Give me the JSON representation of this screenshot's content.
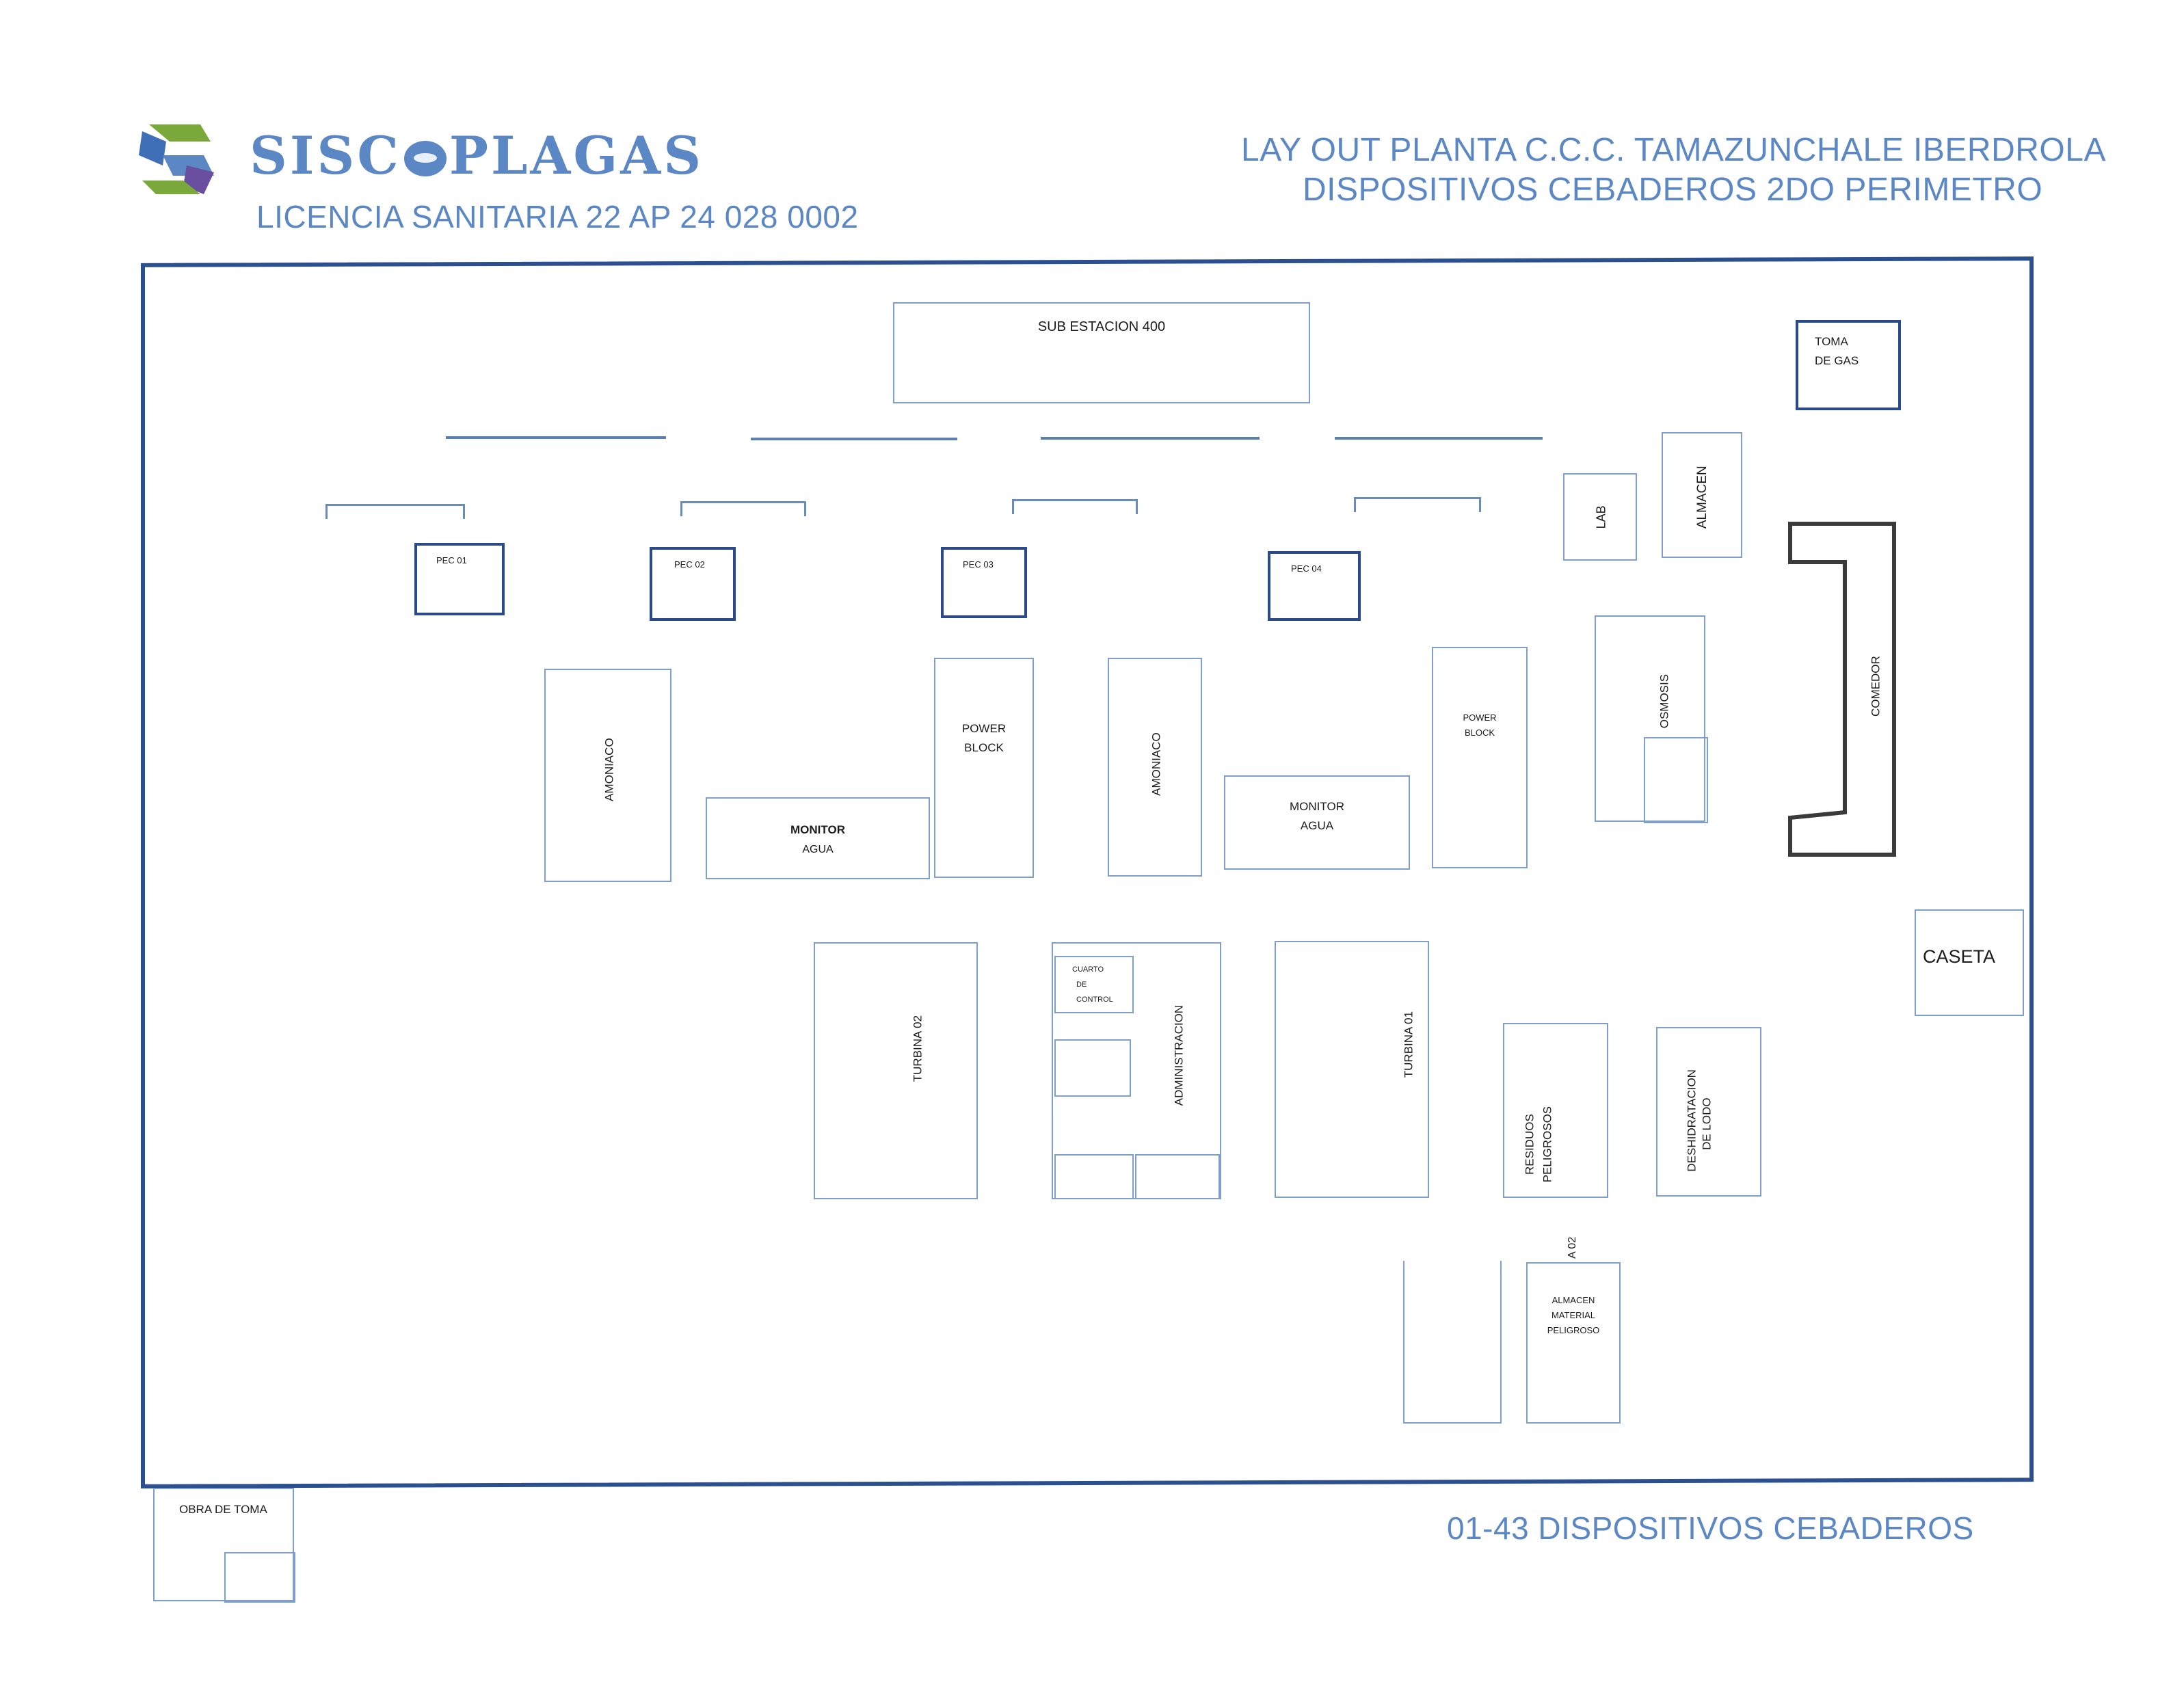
{
  "brand": {
    "name": "SISCOPLAGAS",
    "name_left": "SISC",
    "name_right": "PLAGAS",
    "license": "LICENCIA SANITARIA 22 AP 24 028 0002",
    "colors": {
      "brand_blue": "#5b87c4",
      "logo_green": "#7aa83a",
      "logo_blue": "#3f6fb6",
      "logo_purple": "#6a4fa0"
    }
  },
  "title": {
    "line1": "LAY OUT PLANTA C.C.C. TAMAZUNCHALE IBERDROLA",
    "line2": "DISPOSITIVOS CEBADEROS 2DO PERIMETRO"
  },
  "legend": {
    "devices": "01-43 DISPOSITIVOS CEBADEROS"
  },
  "areas": {
    "subestacion": "SUB ESTACION 400",
    "toma_gas_1": "TOMA",
    "toma_gas_2": "DE GAS",
    "lab": "LAB",
    "almacen": "ALMACEN",
    "pec01": "PEC 01",
    "pec02": "PEC 02",
    "pec03": "PEC 03",
    "pec04": "PEC 04",
    "amoniaco_1": "AMONIACO",
    "amoniaco_2": "AMONIACO",
    "monitor_agua_1a": "MONITOR",
    "monitor_agua_1b": "AGUA",
    "power_block_1a": "POWER",
    "power_block_1b": "BLOCK",
    "monitor_agua_2a": "MONITOR",
    "monitor_agua_2b": "AGUA",
    "power_block_2a": "POWER",
    "power_block_2b": "BLOCK",
    "osmosis": "OSMOSIS",
    "comedor": "COMEDOR",
    "caseta": "CASETA",
    "turbina_02": "TURBINA 02",
    "cuarto_control_1": "CUARTO",
    "cuarto_control_2": "DE",
    "cuarto_control_3": "CONTROL",
    "administracion": "ADMINISTRACION",
    "turbina_01": "TURBINA 01",
    "residuos_1": "RESIDUOS",
    "residuos_2": "PELIGROSOS",
    "deshidratacion_1": "DESHIDRATACION",
    "deshidratacion_2": "DE LODO",
    "partial_label": "A 02",
    "almacen_mat_1": "ALMACEN",
    "almacen_mat_2": "MATERIAL",
    "almacen_mat_3": "PELIGROSO",
    "obra_toma": "OBRA DE TOMA"
  }
}
